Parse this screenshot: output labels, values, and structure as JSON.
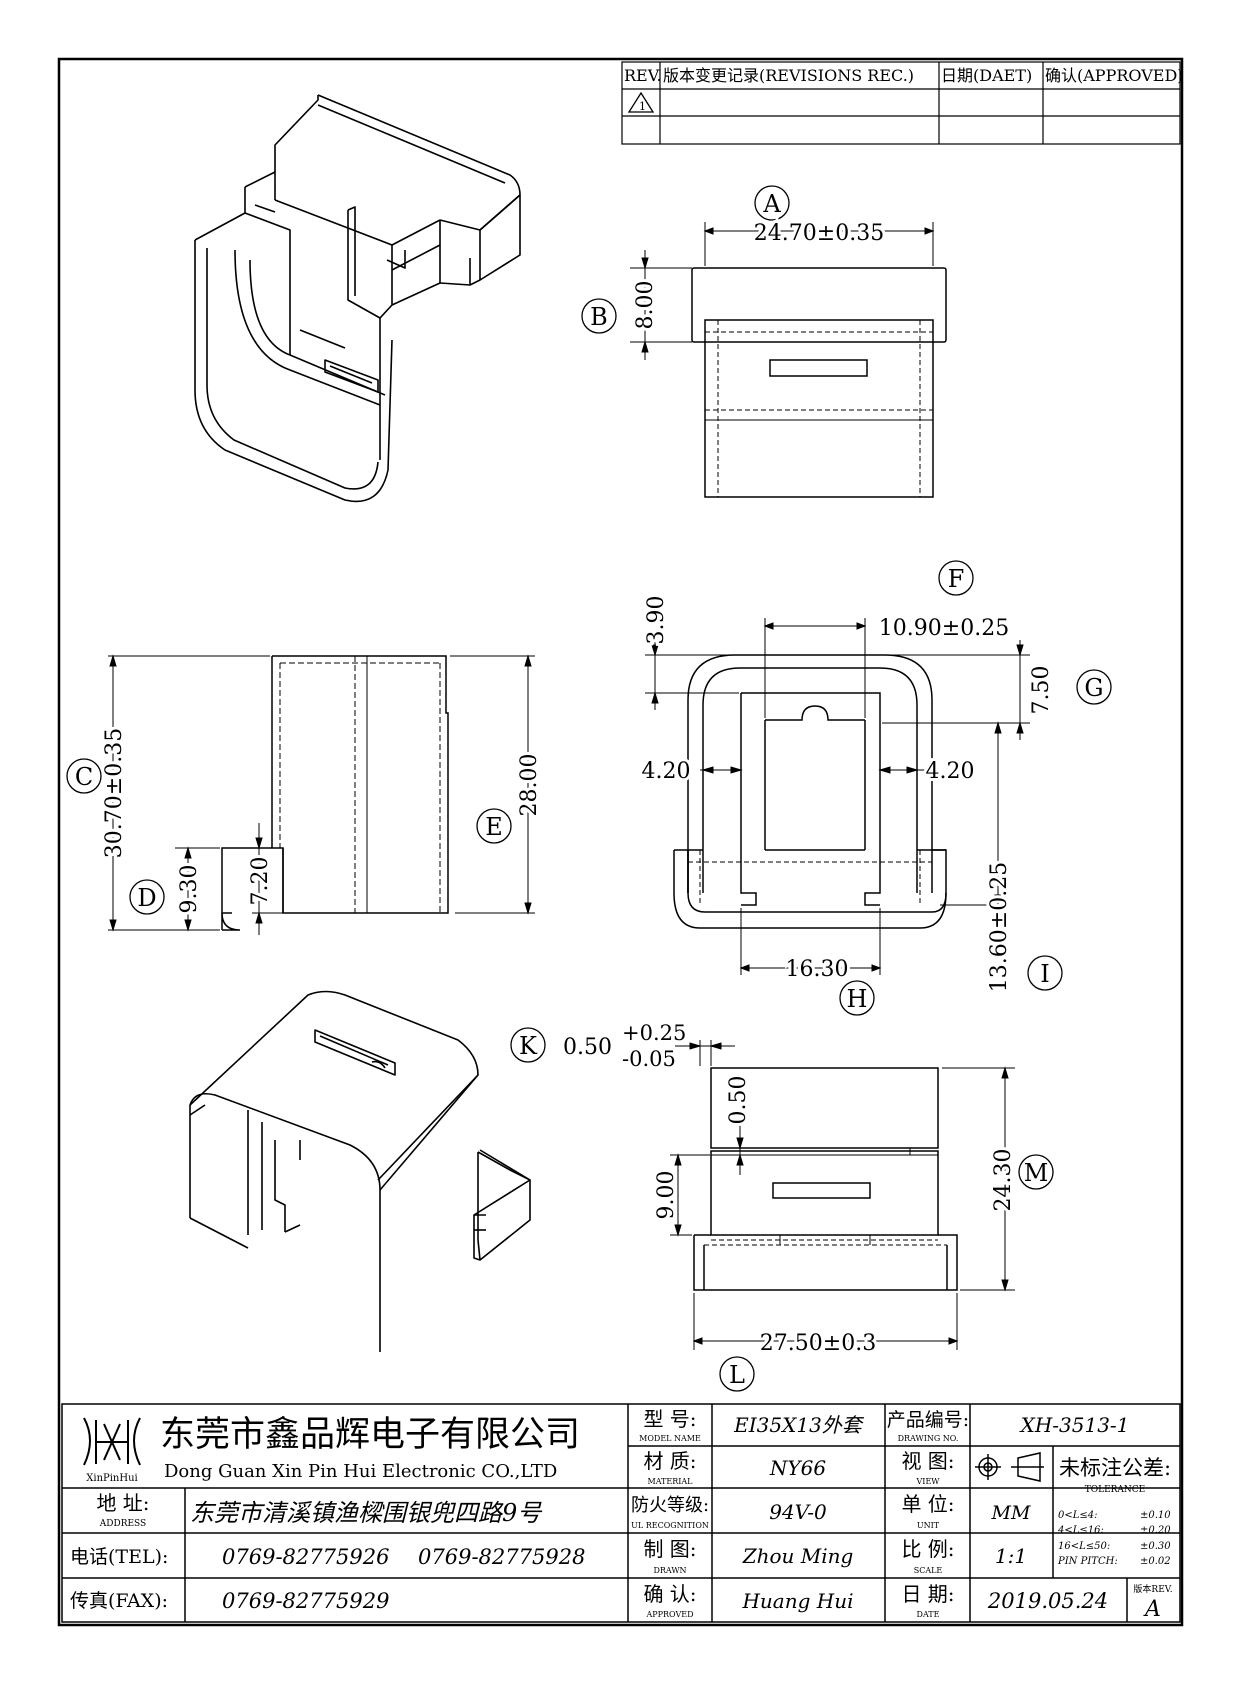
{
  "revision_table": {
    "headers": [
      "REV.",
      "版本变更记录(REVISIONS REC.)",
      "日期(DAET)",
      "确认(APPROVED)"
    ],
    "rev_symbol": "1"
  },
  "dimensions": {
    "A": {
      "letter": "A",
      "text": "24.70±0.35"
    },
    "B": {
      "letter": "B",
      "text": "8.00"
    },
    "C": {
      "letter": "C",
      "text": "30.70±0.35"
    },
    "D": {
      "letter": "D",
      "text": "9.30"
    },
    "D2": {
      "text": "7.20"
    },
    "E": {
      "letter": "E",
      "text": "28.00"
    },
    "F": {
      "letter": "F",
      "text": "10.90±0.25"
    },
    "F2": {
      "text": "3.90"
    },
    "G": {
      "letter": "G",
      "text": "7.50"
    },
    "H": {
      "letter": "H",
      "text": "16.30"
    },
    "I": {
      "letter": "I",
      "text": "13.60±0.25"
    },
    "side_left": {
      "text": "4.20"
    },
    "side_right": {
      "text": "4.20"
    },
    "K": {
      "letter": "K",
      "base": "0.50",
      "upper": "+0.25",
      "lower": "-0.05"
    },
    "K2": {
      "text": "0.50"
    },
    "K3": {
      "text": "9.00"
    },
    "M": {
      "letter": "M",
      "text": "24.30"
    },
    "L": {
      "letter": "L",
      "text": "27.50±0.3"
    }
  },
  "title_block": {
    "company_cn": "东莞市鑫品辉电子有限公司",
    "company_en": "Dong Guan Xin Pin Hui Electronic CO.,LTD",
    "logo_text": "XinPinHui",
    "address_label": "地 址:",
    "address_label_en": "ADDRESS",
    "address": "东莞市清溪镇渔樑围银兜四路9号",
    "tel_label": "电话(TEL):",
    "tel1": "0769-82775926",
    "tel2": "0769-82775928",
    "fax_label": "传真(FAX):",
    "fax": "0769-82775929",
    "model_label": "型 号:",
    "model_label_en": "MODEL NAME",
    "model": "EI35X13外套",
    "material_label": "材 质:",
    "material_label_en": "MATERIAL",
    "material": "NY66",
    "fire_label": "防火等级:",
    "fire_label_en": "UL RECOGNITION",
    "fire": "94V-0",
    "drawn_label": "制 图:",
    "drawn_label_en": "DRAWN",
    "drawn": "Zhou Ming",
    "approved_label": "确 认:",
    "approved_label_en": "APPROVED",
    "approved": "Huang Hui",
    "drawing_no_label": "产品编号:",
    "drawing_no_label_en": "DRAWING NO.",
    "drawing_no": "XH-3513-1",
    "view_label": "视 图:",
    "view_label_en": "VIEW",
    "unit_label": "单 位:",
    "unit_label_en": "UNIT",
    "unit": "MM",
    "scale_label": "比 例:",
    "scale_label_en": "SCALE",
    "scale": "1:1",
    "date_label": "日 期:",
    "date_label_en": "DATE",
    "date": "2019.05.24",
    "tolerance_title": "未标注公差:",
    "tolerance_title_en": "TOLERANCE",
    "tolerances": [
      {
        "range": "0<L≤4:",
        "value": "±0.10"
      },
      {
        "range": "4<L≤16:",
        "value": "±0.20"
      },
      {
        "range": "16<L≤50:",
        "value": "±0.30"
      },
      {
        "range": "PIN PITCH:",
        "value": "±0.02"
      }
    ],
    "rev_label": "版本REV.",
    "rev": "A"
  }
}
